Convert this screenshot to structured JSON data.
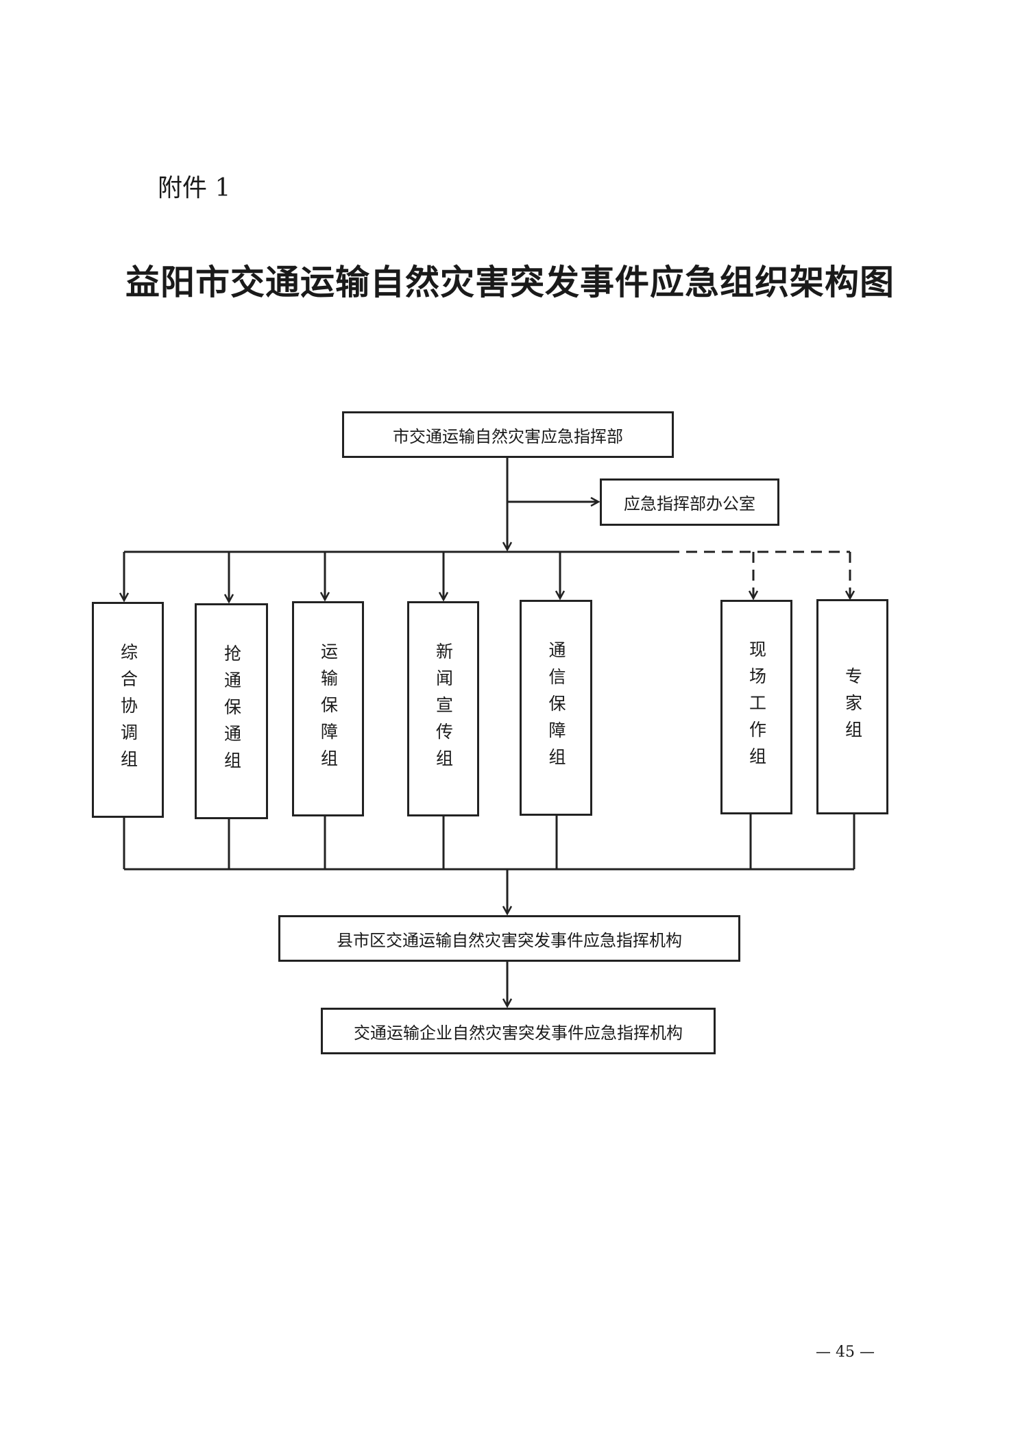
{
  "attachment_label": "附件 1",
  "title": "益阳市交通运输自然灾害突发事件应急组织架构图",
  "headquarters": "市交通运输自然灾害应急指挥部",
  "office": "应急指挥部办公室",
  "groups": [
    {
      "label": "综合协调组",
      "link": "solid"
    },
    {
      "label": "抢通保通组",
      "link": "solid"
    },
    {
      "label": "运输保障组",
      "link": "solid"
    },
    {
      "label": "新闻宣传组",
      "link": "solid"
    },
    {
      "label": "通信保障组",
      "link": "solid"
    },
    {
      "label": "现场工作组",
      "link": "dashed"
    },
    {
      "label": "专家组",
      "link": "dashed"
    }
  ],
  "county_command": "县市区交通运输自然灾害突发事件应急指挥机构",
  "enterprise_command": "交通运输企业自然灾害突发事件应急指挥机构",
  "page_number": "— 45 —"
}
